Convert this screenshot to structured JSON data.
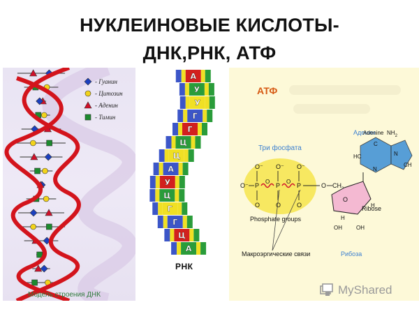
{
  "title": {
    "line1": "НУКЛЕИНОВЫЕ КИСЛОТЫ-",
    "line2": "ДНК,РНК, АТФ"
  },
  "dna": {
    "legend": [
      {
        "label": "- Гуанин",
        "shape": "diamond",
        "color": "#1b3fbf"
      },
      {
        "label": "- Цитозин",
        "shape": "circle",
        "color": "#f2d31b"
      },
      {
        "label": "- Аденин",
        "shape": "triangle",
        "color": "#d0102a"
      },
      {
        "label": "- Тимин",
        "shape": "square",
        "color": "#1c8a2e"
      }
    ],
    "caption": "Модель строения ДНК",
    "strand_color": "#d3141c"
  },
  "rna": {
    "bases": [
      "А",
      "У",
      "У",
      "Г",
      "Г",
      "Ц",
      "Ц",
      "А",
      "У",
      "Ц",
      "Г",
      "Г",
      "Ц",
      "А"
    ],
    "label": "РНК"
  },
  "atp": {
    "heading": "АТФ",
    "ru_three_phosphates": "Три фосфата",
    "adenine_ru": "Аденин",
    "adenine_en": "Adenine",
    "nh2": "NH",
    "nh2_sub": "2",
    "ribose_en": "Ribose",
    "phosphate_groups": "Phosphate groups",
    "macroergic": "Макроэргические связи",
    "ribose_ru": "Рибоза",
    "o": "O",
    "o_minus": "O⁻",
    "p": "P",
    "ch2": "CH",
    "ch2_sub": "2",
    "h": "H",
    "oh": "OH",
    "n": "N",
    "c": "C",
    "hc": "HC",
    "ch": "CH"
  },
  "watermark": {
    "brand": "MyShared"
  },
  "colors": {
    "rna_band": [
      "#f0e024",
      "#3c56c8",
      "#d2201e",
      "#2a9c3a"
    ],
    "atp_heading": "#d65a14",
    "atp_ru_label": "#3b7fd0",
    "phosphate_glow": "#f4e13a",
    "ribose_pentagon": "#f4b9d2",
    "bond_wave": "#d0102a",
    "adenine_ring": "#3b8fd6"
  }
}
